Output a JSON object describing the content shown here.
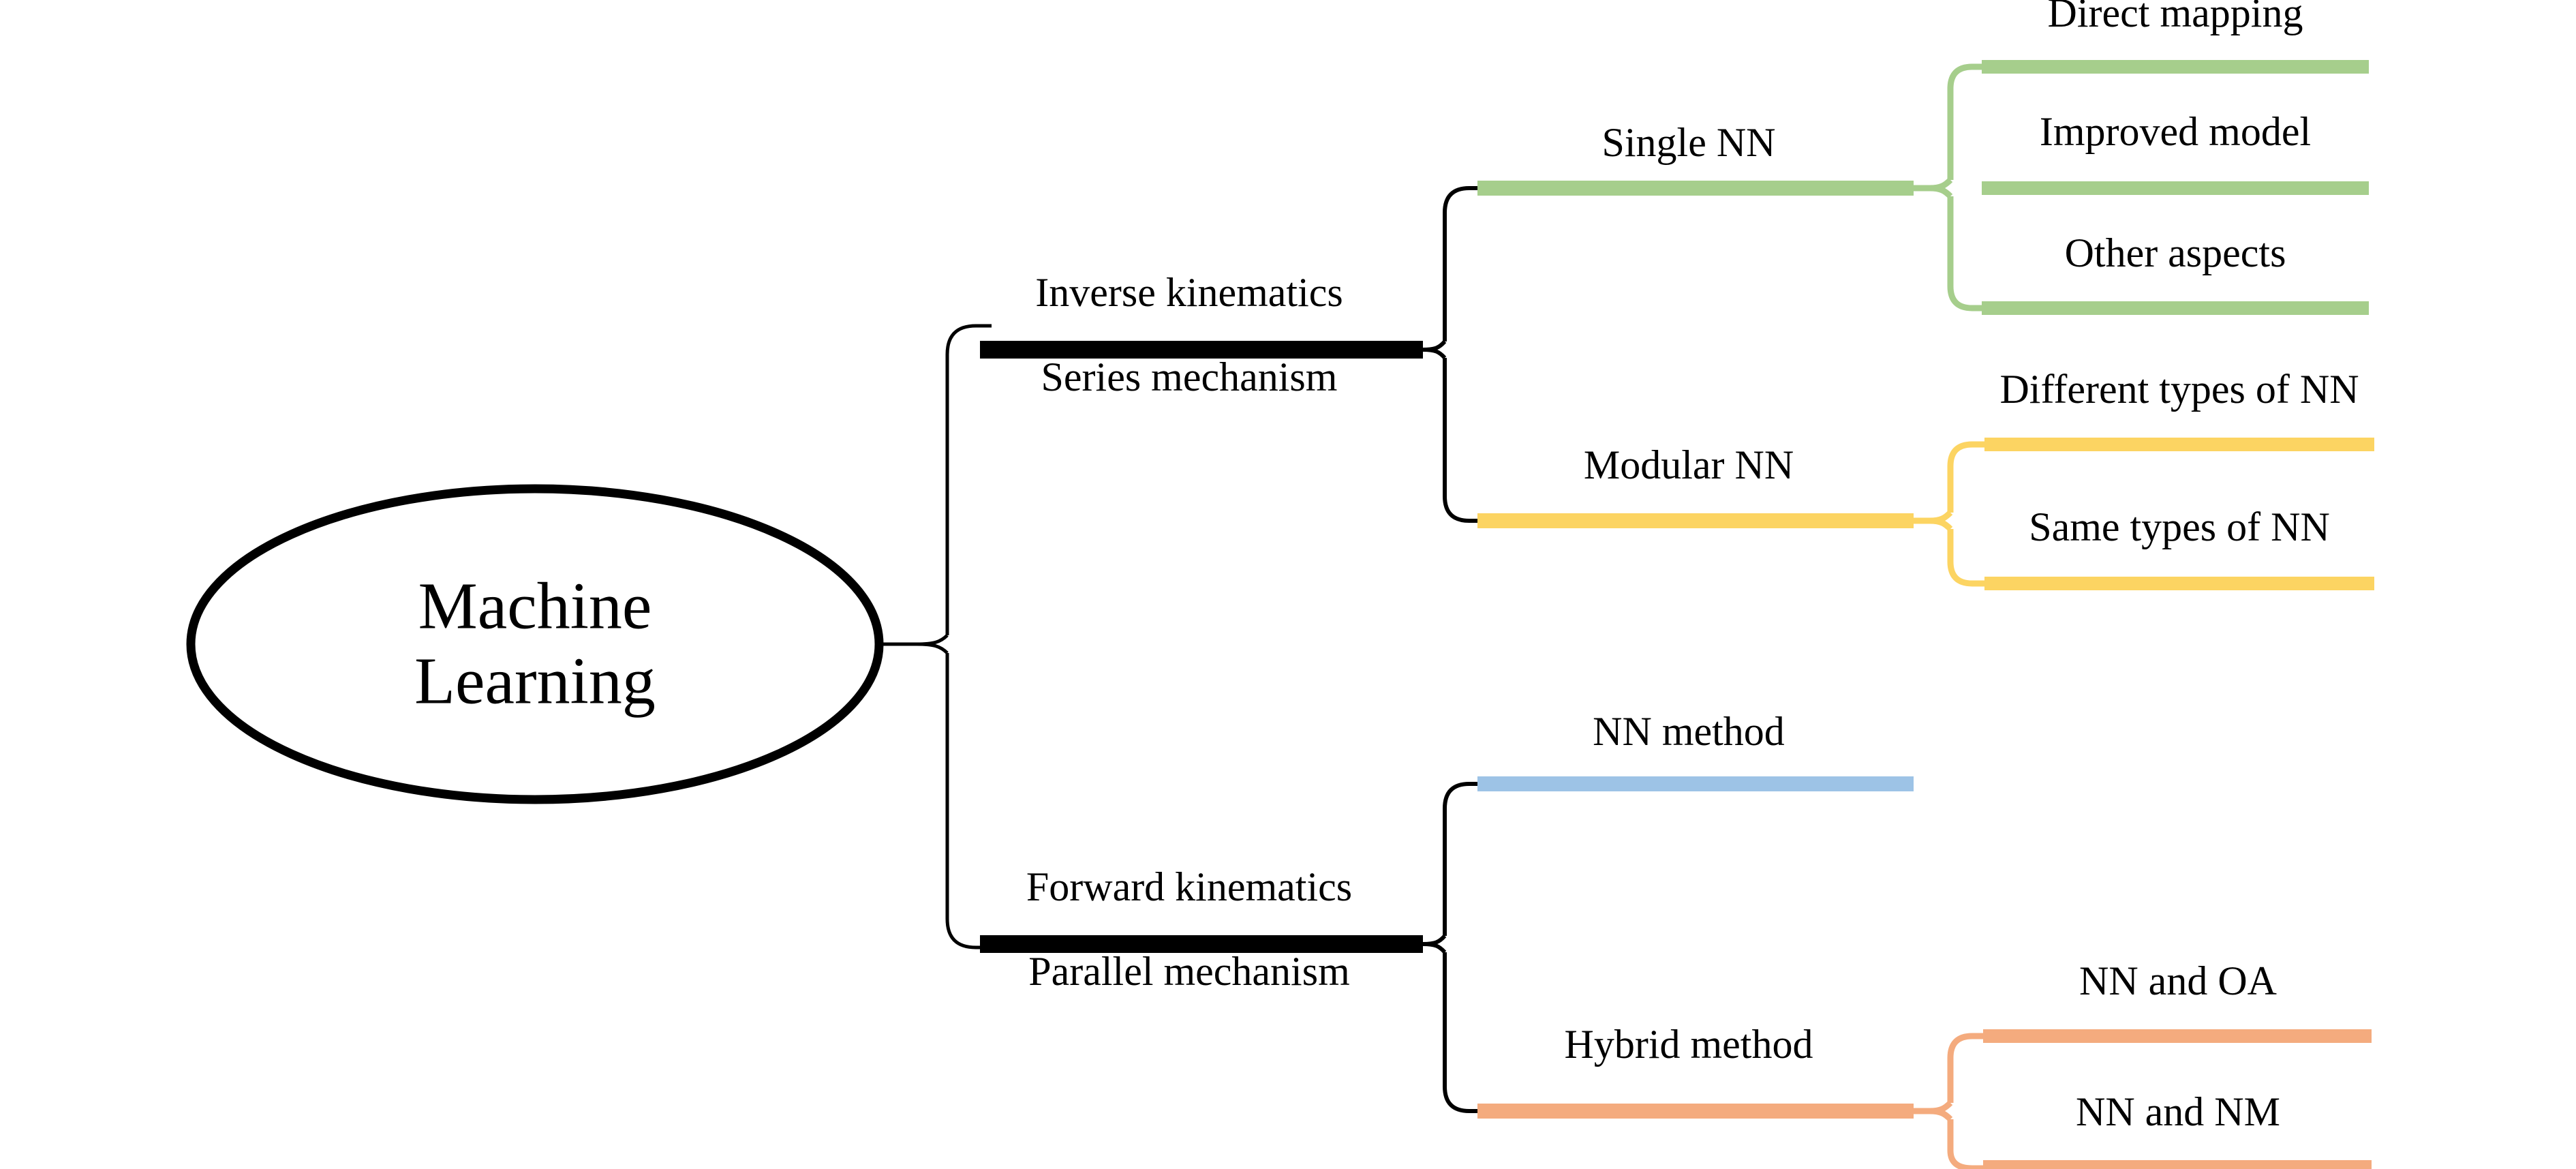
{
  "diagram": {
    "type": "mind-map",
    "background_color": "#ffffff",
    "text_color": "#000000"
  },
  "root": {
    "label_line1": "Machine",
    "label_line2": "Learning",
    "shape": "ellipse",
    "outline_color": "#000000"
  },
  "colors": {
    "level1": "#000000",
    "green": "#a6ce8c",
    "yellow": "#fcd462",
    "blue": "#9dc3e6",
    "orange": "#f4ab7e"
  },
  "branches": [
    {
      "id": "series",
      "color_key": "level1",
      "color": "#000000",
      "label_above": "Inverse kinematics",
      "label_below": "Series mechanism",
      "children": [
        {
          "id": "single-nn",
          "color": "#a6ce8c",
          "label": "Single NN",
          "children": [
            {
              "id": "direct-mapping",
              "color": "#a6ce8c",
              "label": "Direct mapping"
            },
            {
              "id": "improved-model",
              "color": "#a6ce8c",
              "label": "Improved model"
            },
            {
              "id": "other-aspects",
              "color": "#a6ce8c",
              "label": "Other aspects"
            }
          ]
        },
        {
          "id": "modular-nn",
          "color": "#fcd462",
          "label": "Modular NN",
          "children": [
            {
              "id": "different-types-of-nn",
              "color": "#fcd462",
              "label": "Different types of NN"
            },
            {
              "id": "same-types-of-nn",
              "color": "#fcd462",
              "label": "Same types of NN"
            }
          ]
        }
      ]
    },
    {
      "id": "parallel",
      "color_key": "level1",
      "color": "#000000",
      "label_above": "Forward kinematics",
      "label_below": "Parallel mechanism",
      "children": [
        {
          "id": "nn-method",
          "color": "#9dc3e6",
          "label": "NN method",
          "children": []
        },
        {
          "id": "hybrid-method",
          "color": "#f4ab7e",
          "label": "Hybrid method",
          "children": [
            {
              "id": "nn-and-oa",
              "color": "#f4ab7e",
              "label": "NN and OA"
            },
            {
              "id": "nn-and-nm",
              "color": "#f4ab7e",
              "label": "NN and NM"
            }
          ]
        }
      ]
    }
  ],
  "labels": {
    "root_line1": "Machine",
    "root_line2": "Learning",
    "inverse_kinematics": "Inverse kinematics",
    "series_mechanism": "Series mechanism",
    "forward_kinematics": "Forward kinematics",
    "parallel_mechanism": "Parallel mechanism",
    "single_nn": "Single NN",
    "modular_nn": "Modular NN",
    "nn_method": "NN method",
    "hybrid_method": "Hybrid method",
    "direct_mapping": "Direct mapping",
    "improved_model": "Improved model",
    "other_aspects": "Other aspects",
    "different_types_of_nn": "Different types of NN",
    "same_types_of_nn": "Same types of NN",
    "nn_and_oa": "NN and OA",
    "nn_and_nm": "NN and NM"
  }
}
